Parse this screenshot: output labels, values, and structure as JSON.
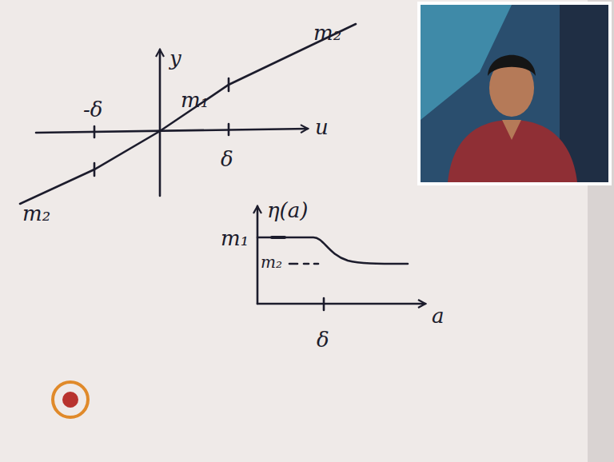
{
  "diagram": {
    "labels": [
      "y",
      "m₂",
      "-δ",
      "m₁",
      "u",
      "δ",
      "m₂",
      "η(a)",
      "m₁",
      "m₂",
      "δ",
      "a"
    ]
  }
}
